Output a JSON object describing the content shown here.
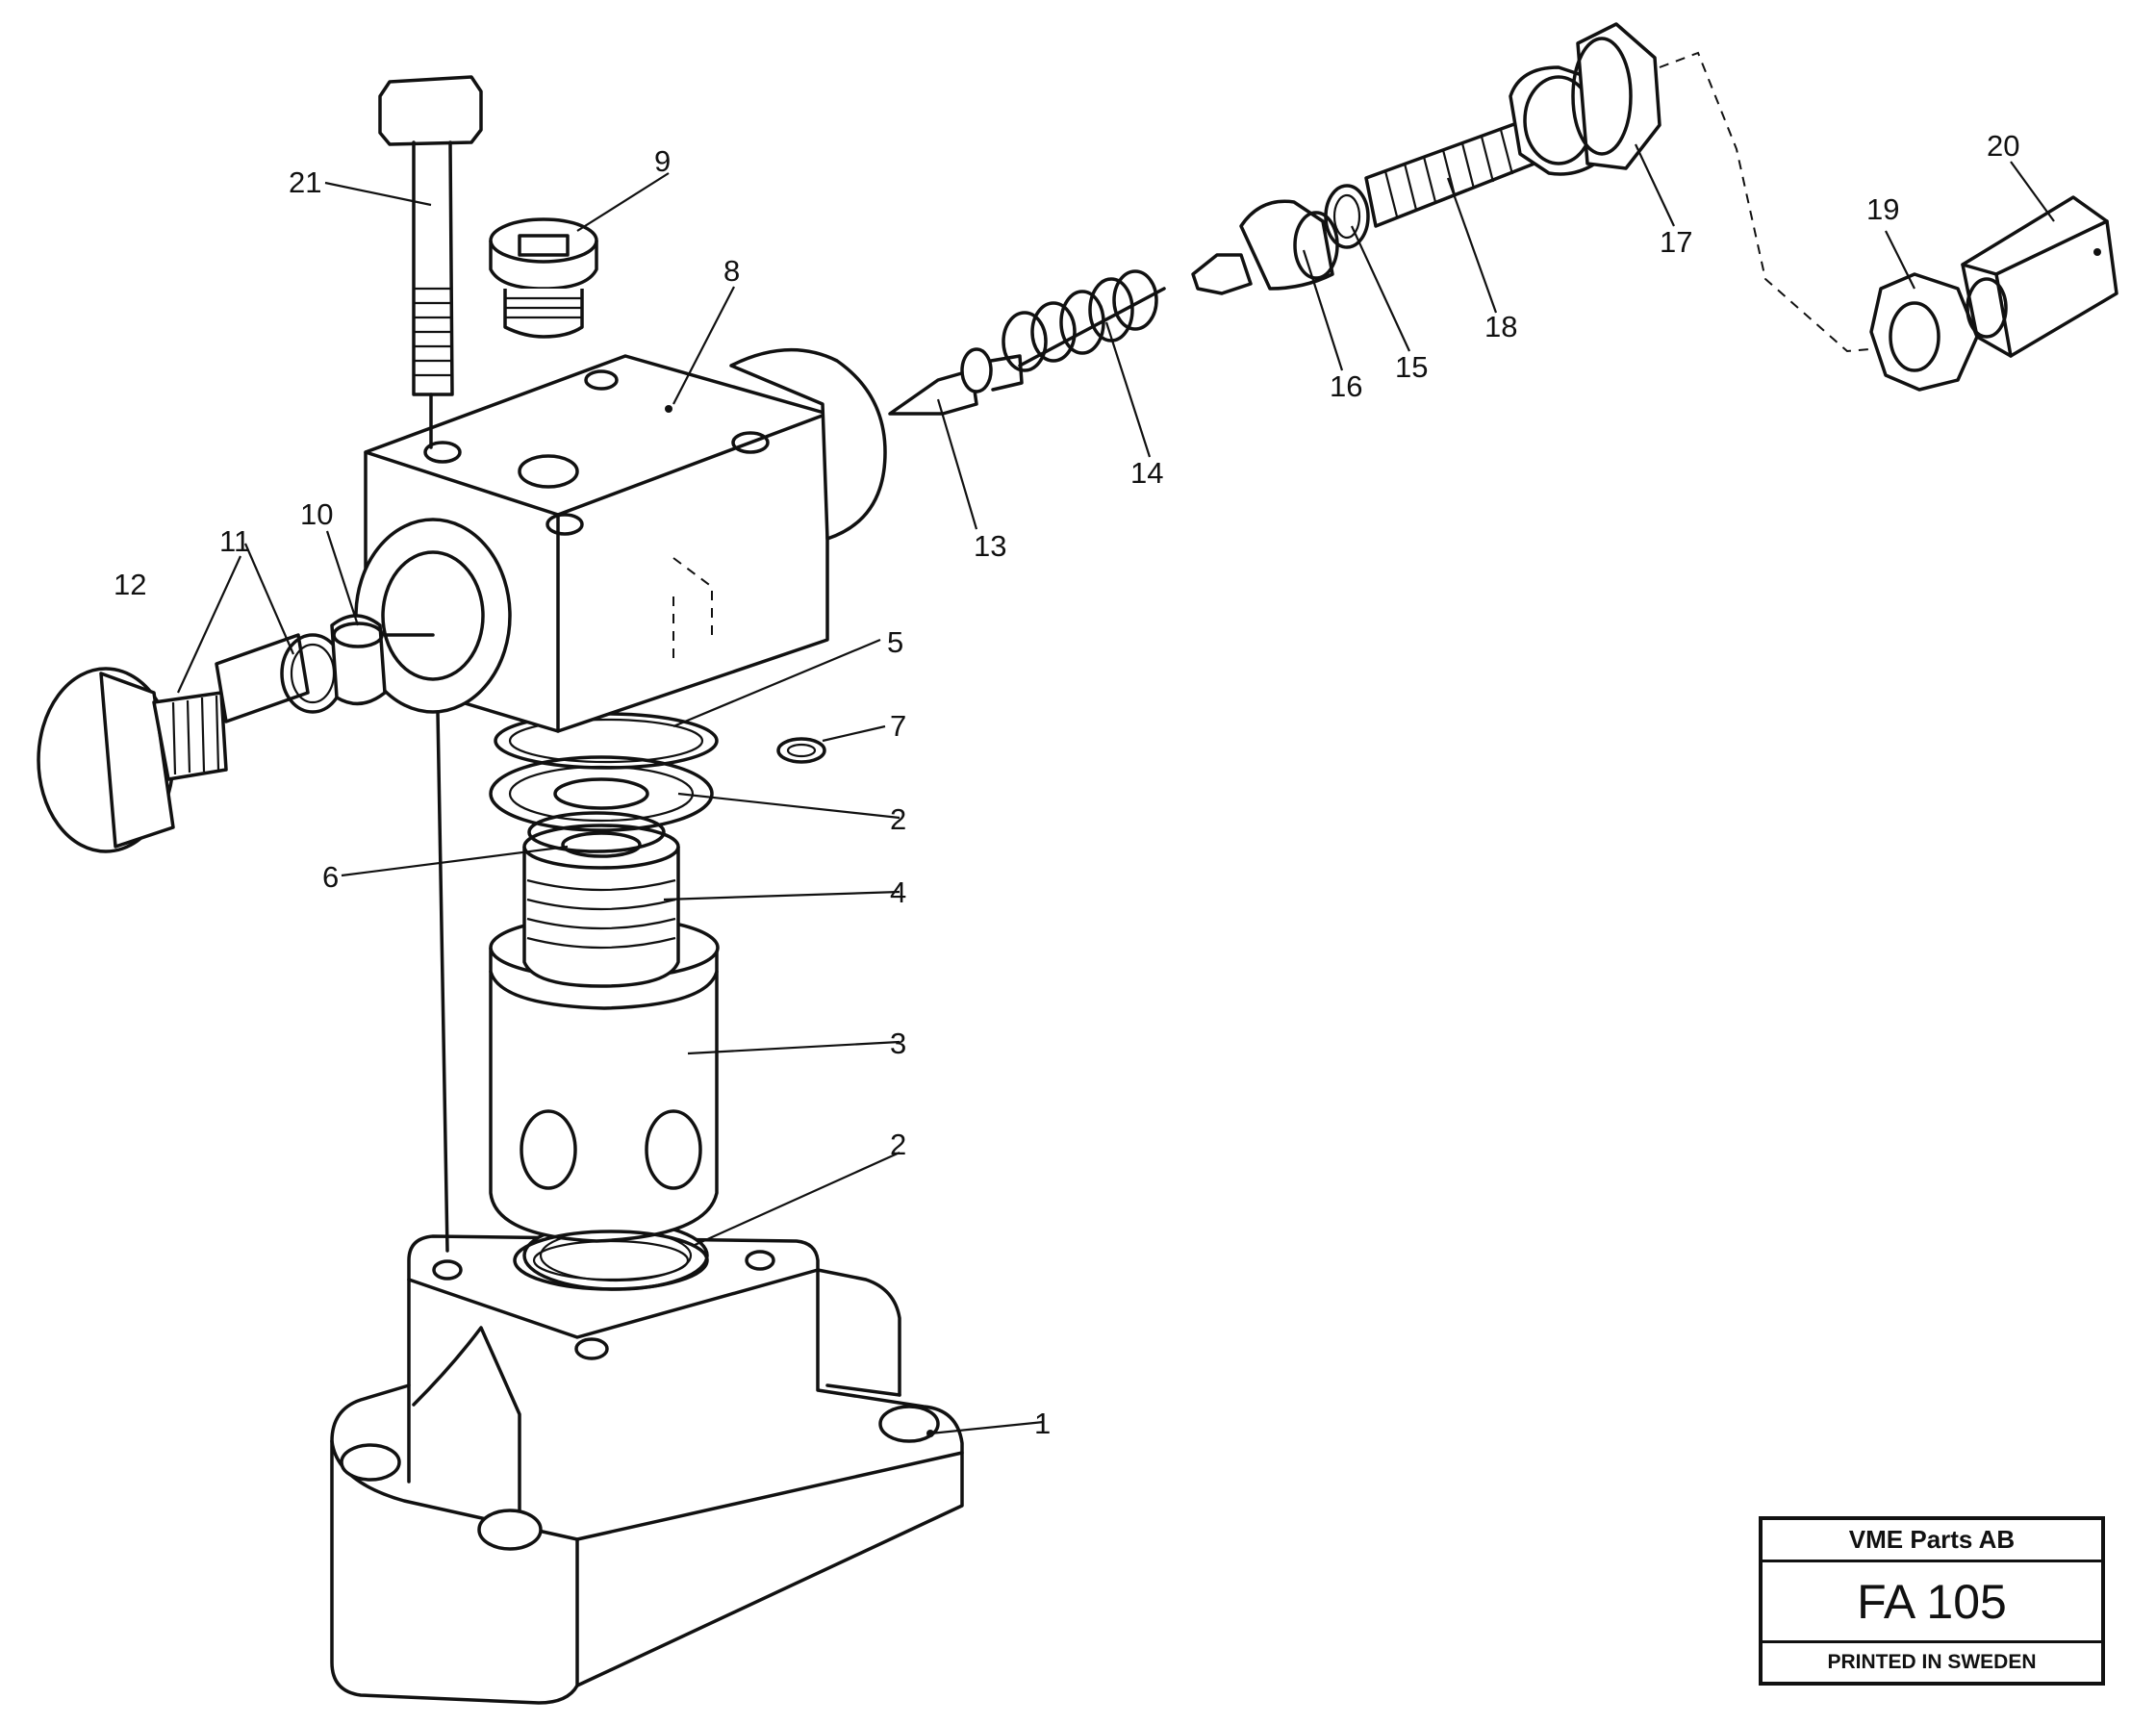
{
  "callouts": {
    "c1": "1",
    "c2a": "2",
    "c2b": "2",
    "c3": "3",
    "c4": "4",
    "c5": "5",
    "c6": "6",
    "c7": "7",
    "c8": "8",
    "c9": "9",
    "c10": "10",
    "c11": "11",
    "c12": "12",
    "c13": "13",
    "c14": "14",
    "c15": "15",
    "c16": "16",
    "c17": "17",
    "c18": "18",
    "c19": "19",
    "c20": "20",
    "c21": "21"
  },
  "title_block": {
    "company": "VME Parts AB",
    "code": "FA 105",
    "footer": "PRINTED IN SWEDEN"
  }
}
